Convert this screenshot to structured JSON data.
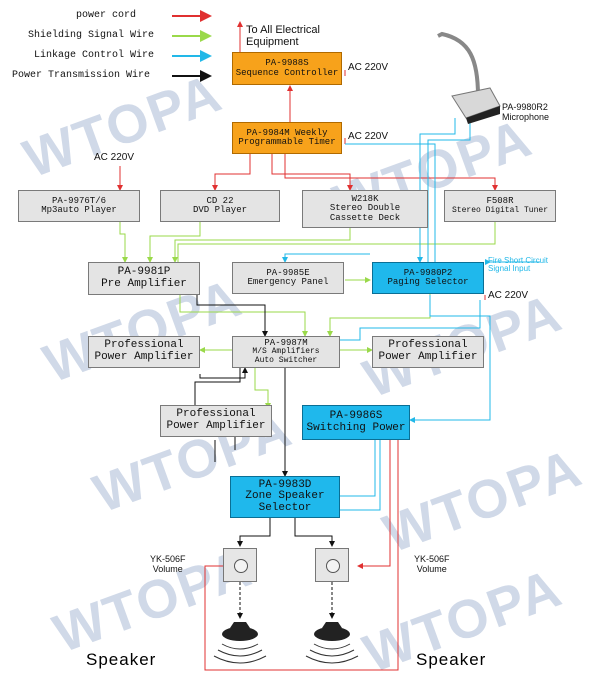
{
  "legend": [
    {
      "label": "power cord",
      "color": "#e03030"
    },
    {
      "label": "Shielding Signal Wire",
      "color": "#9ad94a"
    },
    {
      "label": "Linkage Control Wire",
      "color": "#22b8e8"
    },
    {
      "label": "Power Transmission Wire",
      "color": "#111111"
    }
  ],
  "equipment_label": [
    "To All Electrical",
    "Equipment"
  ],
  "ac_labels": [
    "AC 220V",
    "AC 220V",
    "AC 220V",
    "AC 220V"
  ],
  "nodes": {
    "seq": [
      "PA-9988S",
      "Sequence Controller"
    ],
    "timer": [
      "PA-9984M   Weekly",
      "Programmable Timer"
    ],
    "mic": [
      "PA-9980R2",
      "Microphone"
    ],
    "mp3": [
      "PA-9976T/6",
      "Mp3auto Player"
    ],
    "dvd": [
      "CD 22",
      "DVD Player"
    ],
    "deck": [
      "W218K",
      "Stereo Double",
      "Cassette Deck"
    ],
    "tuner": [
      "F508R",
      "Stereo Digital Tuner"
    ],
    "pre": [
      "PA-9981P",
      "Pre Amplifier"
    ],
    "emg": [
      "PA-9985E",
      "Emergency Panel"
    ],
    "paging": [
      "PA-9980P2",
      "Paging Selector"
    ],
    "fire": [
      "Fire Short Circuit",
      "Signal Input"
    ],
    "pa_left": [
      "Professional",
      "Power Amplifier"
    ],
    "switcher": [
      "PA-9987M",
      "M/S Amplifiers",
      "Auto Switcher"
    ],
    "pa_right": [
      "Professional",
      "Power Amplifier"
    ],
    "pa_bottom": [
      "Professional",
      "Power Amplifier"
    ],
    "switching_power": [
      "PA-9986S",
      "Switching Power"
    ],
    "zone": [
      "PA-9983D",
      "Zone Speaker",
      "Selector"
    ]
  },
  "volume_labels": [
    [
      "YK-506F",
      "Volume"
    ],
    [
      "YK-506F",
      "Volume"
    ]
  ],
  "speaker_labels": [
    "Speaker",
    "Speaker"
  ],
  "watermark": "WTOPA",
  "colors": {
    "power": "#e03030",
    "signal": "#9ad94a",
    "control": "#22b8e8",
    "transmission": "#111111",
    "orange": "#f7a21b",
    "cyan": "#1fb8ec",
    "gray": "#e4e4e4"
  }
}
